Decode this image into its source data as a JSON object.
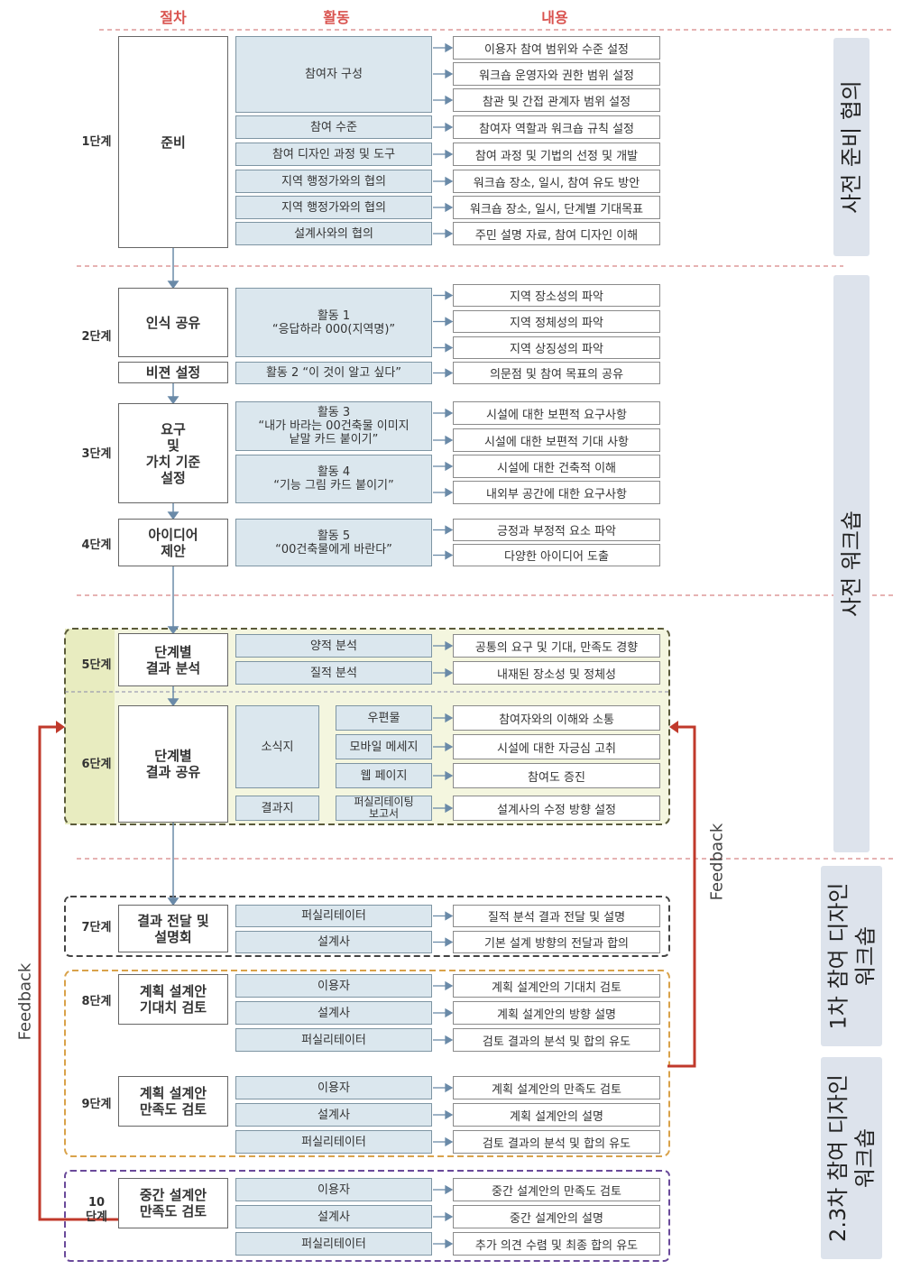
{
  "headers": {
    "procedure": "절차",
    "activity": "활동",
    "content": "내용"
  },
  "phases": [
    {
      "label": "사전 준비 협의"
    },
    {
      "label": "사전 워크숍"
    },
    {
      "label": "1차 참여 디자인\n워크숍"
    },
    {
      "label": "2.3차 참여 디자인\n워크숍"
    }
  ],
  "feedback": {
    "left": "Feedback",
    "right": "Feedback"
  },
  "stages": {
    "s1": "1단계",
    "s2": "2단계",
    "s3": "3단계",
    "s4": "4단계",
    "s5": "5단계",
    "s6": "6단계",
    "s7": "7단계",
    "s8": "8단계",
    "s9": "9단계",
    "s10": "10\n단계"
  },
  "procedures": {
    "p1": "준비",
    "p2a": "인식 공유",
    "p2b": "비젼 설정",
    "p3": "요구\n및\n가치 기준\n설정",
    "p4": "아이디어\n제안",
    "p5": "단계별\n결과 분석",
    "p6": "단계별\n결과 공유",
    "p7": "결과 전달 및\n설명회",
    "p8": "계획 설계안\n기대치 검토",
    "p9": "계획 설계안\n만족도 검토",
    "p10": "중간 설계안\n만족도 검토"
  },
  "activities": {
    "a1": "참여자 구성",
    "a2": "참여 수준",
    "a3": "참여 디자인 과정 및 도구",
    "a4": "지역 행정가와의 협의",
    "a5": "지역 행정가와의 협의",
    "a6": "설계사와의 협의",
    "a7": "활동 1\n“응답하라 000(지역명)”",
    "a8": "활동 2 “이 것이 알고 싶다”",
    "a9": "활동 3\n“내가 바라는 00건축물 이미지\n낱말 카드 붙이기”",
    "a10": "활동 4\n“기능 그림 카드 붙이기”",
    "a11": "활동 5\n“00건축물에게 바란다”",
    "a12": "양적 분석",
    "a13": "질적 분석",
    "a14": "소식지",
    "a15": "결과지",
    "a16": "우편물",
    "a17": "모바일 메세지",
    "a18": "웹 페이지",
    "a19": "퍼실리테이팅\n보고서",
    "a20": "퍼실리테이터",
    "a21": "설계사",
    "a22": "이용자",
    "a23": "설계사",
    "a24": "퍼실리테이터",
    "a25": "이용자",
    "a26": "설계사",
    "a27": "퍼실리테이터",
    "a28": "이용자",
    "a29": "설계사",
    "a30": "퍼실리테이터"
  },
  "contents": {
    "c1": "이용자 참여 범위와 수준 설정",
    "c2": "워크숍 운영자와 권한 범위 설정",
    "c3": "참관 및 간접 관계자 범위 설정",
    "c4": "참여자 역할과 워크숍 규칙 설정",
    "c5": "참여 과정 및 기법의 선정 및 개발",
    "c6": "워크숍 장소, 일시, 참여 유도 방안",
    "c7": "워크숍 장소, 일시, 단계별 기대목표",
    "c8": "주민 설명 자료, 참여 디자인 이해",
    "c9": "지역 장소성의 파악",
    "c10": "지역 정체성의 파악",
    "c11": "지역 상징성의 파악",
    "c12": "의문점 및 참여 목표의 공유",
    "c13": "시설에 대한 보편적 요구사항",
    "c14": "시설에 대한 보편적 기대 사항",
    "c15": "시설에 대한 건축적 이해",
    "c16": "내외부 공간에 대한 요구사항",
    "c17": "긍정과 부정적 요소 파악",
    "c18": "다양한 아이디어 도출",
    "c19": "공통의 요구 및 기대, 만족도 경향",
    "c20": "내재된 장소성 및 정체성",
    "c21": "참여자와의 이해와 소통",
    "c22": "시설에 대한 자긍심 고취",
    "c23": "참여도 증진",
    "c24": "설계사의 수정 방향 설정",
    "c25": "질적 분석 결과 전달 및 설명",
    "c26": "기본 설계 방향의 전달과 합의",
    "c27": "계획 설계안의 기대치 검토",
    "c28": "계획 설계안의 방향 설명",
    "c29": "검토 결과의 분석 및 합의 유도",
    "c30": "계획 설계안의 만족도 검토",
    "c31": "계획 설계안의 설명",
    "c32": "검토 결과의 분석 및 합의 유도",
    "c33": "중간 설계안의 만족도 검토",
    "c34": "중간 설계안의 설명",
    "c35": "추가 의견 수렴 및 최종 합의 유도"
  },
  "colors": {
    "header": "#d9534f",
    "feedback_arrow": "#c0392b",
    "activity_fill": "#dbe7ee",
    "phase_fill": "#dde3ec",
    "highlight": "#eef0c8"
  }
}
